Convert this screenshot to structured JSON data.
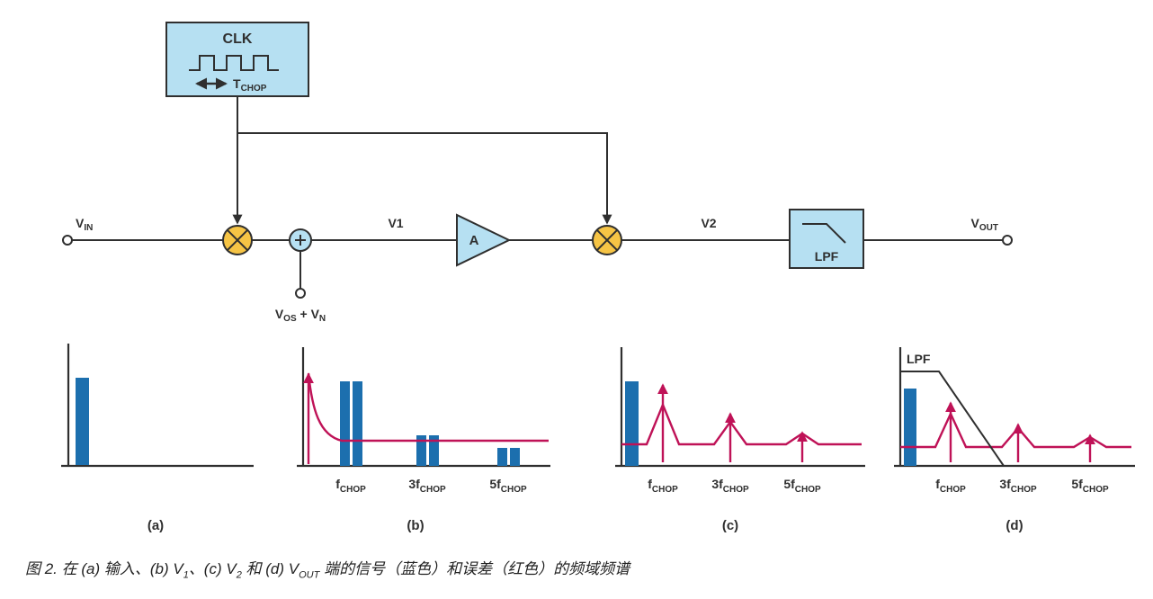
{
  "colors": {
    "box_fill": "#b6e0f2",
    "outline": "#2f2f2f",
    "signal_blue": "#1c6fae",
    "error_red": "#bf1257",
    "mixer_yellow": "#f6c445"
  },
  "blocks": {
    "clk": {
      "title": "CLK",
      "t_main": "T",
      "t_sub": "CHOP"
    },
    "vin": {
      "main": "V",
      "sub": "IN"
    },
    "verr": {
      "p1": "V",
      "s1": "OS",
      "p2": " + V",
      "s2": "N"
    },
    "v1": "V1",
    "amp": "A",
    "v2": "V2",
    "lpf": "LPF",
    "vout": {
      "main": "V",
      "sub": "OUT"
    }
  },
  "spectra": {
    "ticks": {
      "f1": {
        "main": "f",
        "sub": "CHOP"
      },
      "f3": {
        "main": "3f",
        "sub": "CHOP"
      },
      "f5": {
        "main": "5f",
        "sub": "CHOP"
      }
    },
    "panels": {
      "a": {
        "label": "(a)",
        "signal_bars": [
          {
            "at": "DC",
            "rel_height": 1.0
          }
        ]
      },
      "b": {
        "label": "(b)",
        "signal_bars": [
          {
            "at": "fCHOP",
            "rel_height": 0.97
          },
          {
            "at": "3fCHOP",
            "rel_height": 0.35
          },
          {
            "at": "5fCHOP",
            "rel_height": 0.21
          }
        ],
        "error_peaks": [
          {
            "at": "DC",
            "rel_height": 1.05
          }
        ]
      },
      "c": {
        "label": "(c)",
        "signal_bars": [
          {
            "at": "DC",
            "rel_height": 0.97
          }
        ],
        "error_peaks": [
          {
            "at": "fCHOP",
            "rel_height": 1.0
          },
          {
            "at": "3fCHOP",
            "rel_height": 0.6
          },
          {
            "at": "5fCHOP",
            "rel_height": 0.38
          }
        ]
      },
      "d": {
        "label": "(d)",
        "lpf_label": "LPF",
        "signal_bars": [
          {
            "at": "DC",
            "rel_height": 0.88
          }
        ],
        "error_peaks": [
          {
            "at": "fCHOP",
            "rel_height": 0.8
          },
          {
            "at": "3fCHOP",
            "rel_height": 0.5
          },
          {
            "at": "5fCHOP",
            "rel_height": 0.37
          }
        ]
      }
    }
  },
  "caption": {
    "p1": "图 2. 在 (a) 输入、(b) V",
    "s1": "1",
    "p2": "、(c) V",
    "s2": "2",
    "p3": " 和 (d) V",
    "s3": "OUT",
    "p4": " 端的信号（蓝色）和误差（红色）的频域频谱"
  }
}
